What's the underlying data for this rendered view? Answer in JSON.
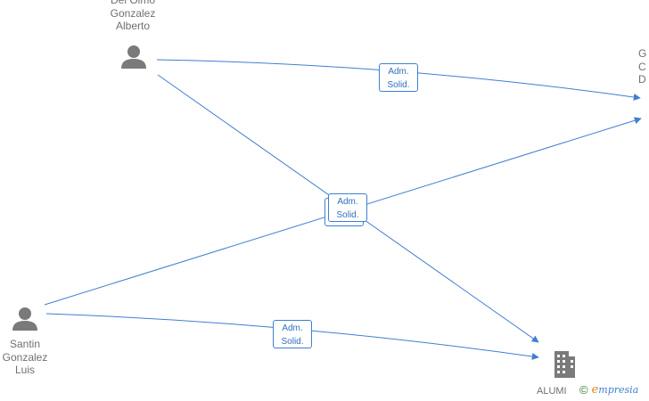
{
  "nodes": {
    "person_alberto": {
      "label": "Del Olmo\nGonzalez\nAlberto",
      "icon": "person-icon"
    },
    "person_luis": {
      "label": "Santin\nGonzalez\nLuis",
      "icon": "person-icon"
    },
    "company_right": {
      "label": "G\nC\nD",
      "icon": "company-icon"
    },
    "company_alumi": {
      "label": "ALUMI",
      "icon": "company-icon"
    }
  },
  "edges": [
    {
      "label_line1": "Adm.",
      "label_line2": "Solid."
    },
    {
      "label_line1": "Adm.",
      "label_line2": "Solid."
    },
    {
      "label_line1": "Adm.",
      "label_line2": "Solid."
    }
  ],
  "watermark": {
    "copyright": "©",
    "brand_first": "e",
    "brand_rest": "mpresia"
  },
  "colors": {
    "edge": "#3f7fd0",
    "icon": "#7a7a7a",
    "text": "#707070"
  }
}
